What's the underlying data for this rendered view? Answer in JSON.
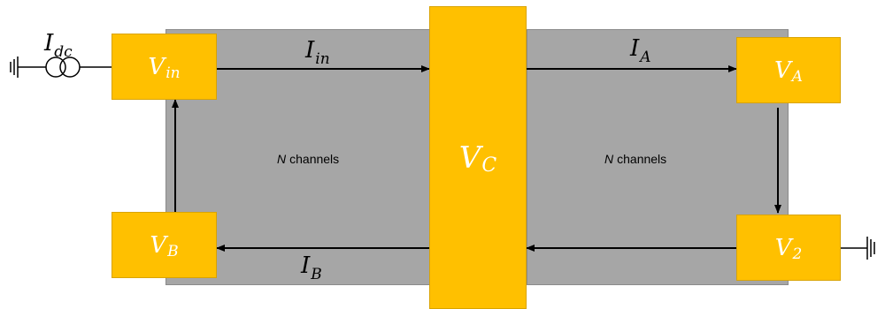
{
  "colors": {
    "panel": "#a6a6a6",
    "node": "#ffc000",
    "node_text": "#ffffff",
    "line": "#000000"
  },
  "nodes": {
    "vin": {
      "var": "V",
      "sub": "in"
    },
    "vb": {
      "var": "V",
      "sub": "B"
    },
    "vc": {
      "var": "V",
      "sub": "C"
    },
    "va": {
      "var": "V",
      "sub": "A"
    },
    "v2": {
      "var": "V",
      "sub": "2"
    }
  },
  "currents": {
    "idc": {
      "var": "I",
      "sub": "dc"
    },
    "iin": {
      "var": "I",
      "sub": "in"
    },
    "ia": {
      "var": "I",
      "sub": "A"
    },
    "ib": {
      "var": "I",
      "sub": "B"
    }
  },
  "channels": {
    "left": {
      "n": "N",
      "text": "channels"
    },
    "right": {
      "n": "N",
      "text": "channels"
    }
  },
  "icons": [
    "ground-icon",
    "current-source-icon",
    "arrow-icon"
  ]
}
